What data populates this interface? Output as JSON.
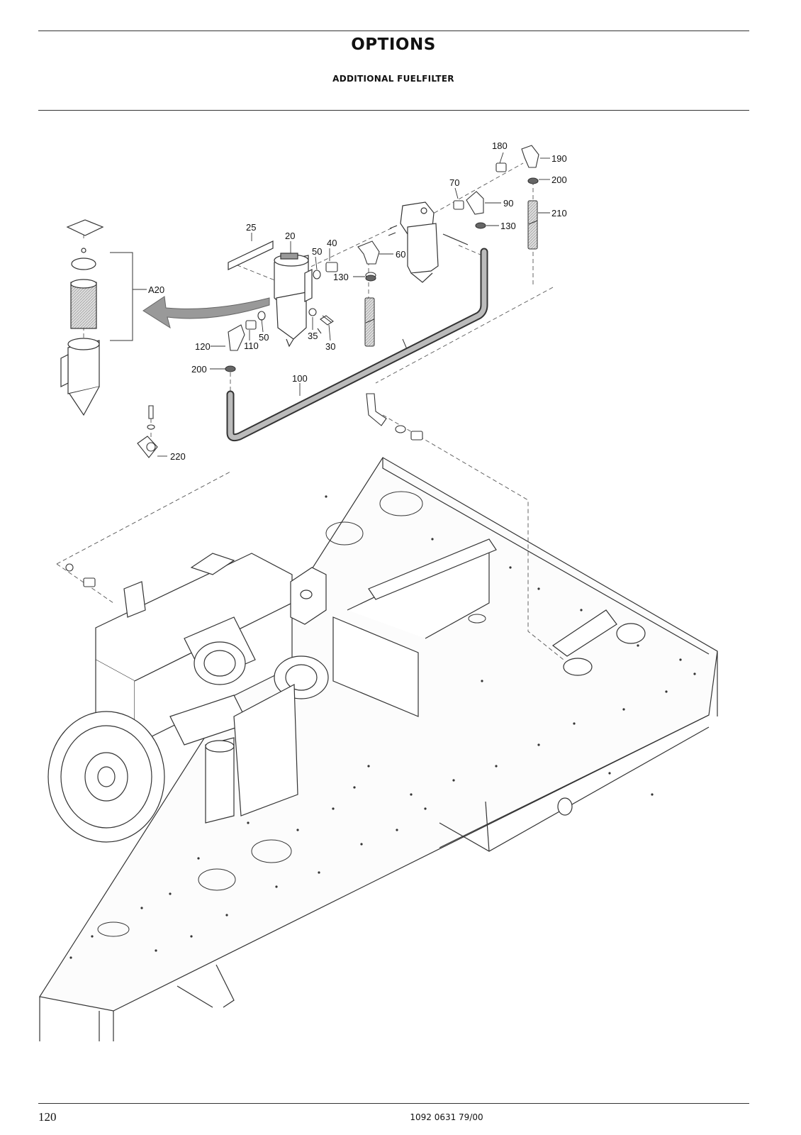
{
  "header": {
    "title": "OPTIONS",
    "subtitle": "ADDITIONAL FUELFILTER"
  },
  "footer": {
    "page_number": "120",
    "document_number": "1092 0631 79/00"
  },
  "callouts": {
    "c180": "180",
    "c190": "190",
    "c200a": "200",
    "c70": "70",
    "c90": "90",
    "c210": "210",
    "c130a": "130",
    "c25": "25",
    "c20": "20",
    "c40": "40",
    "c50a": "50",
    "c60": "60",
    "c130b": "130",
    "cA20": "A20",
    "c35": "35",
    "c30": "30",
    "c120": "120",
    "c110": "110",
    "c50b": "50",
    "c200b": "200",
    "c100": "100",
    "c220": "220"
  }
}
